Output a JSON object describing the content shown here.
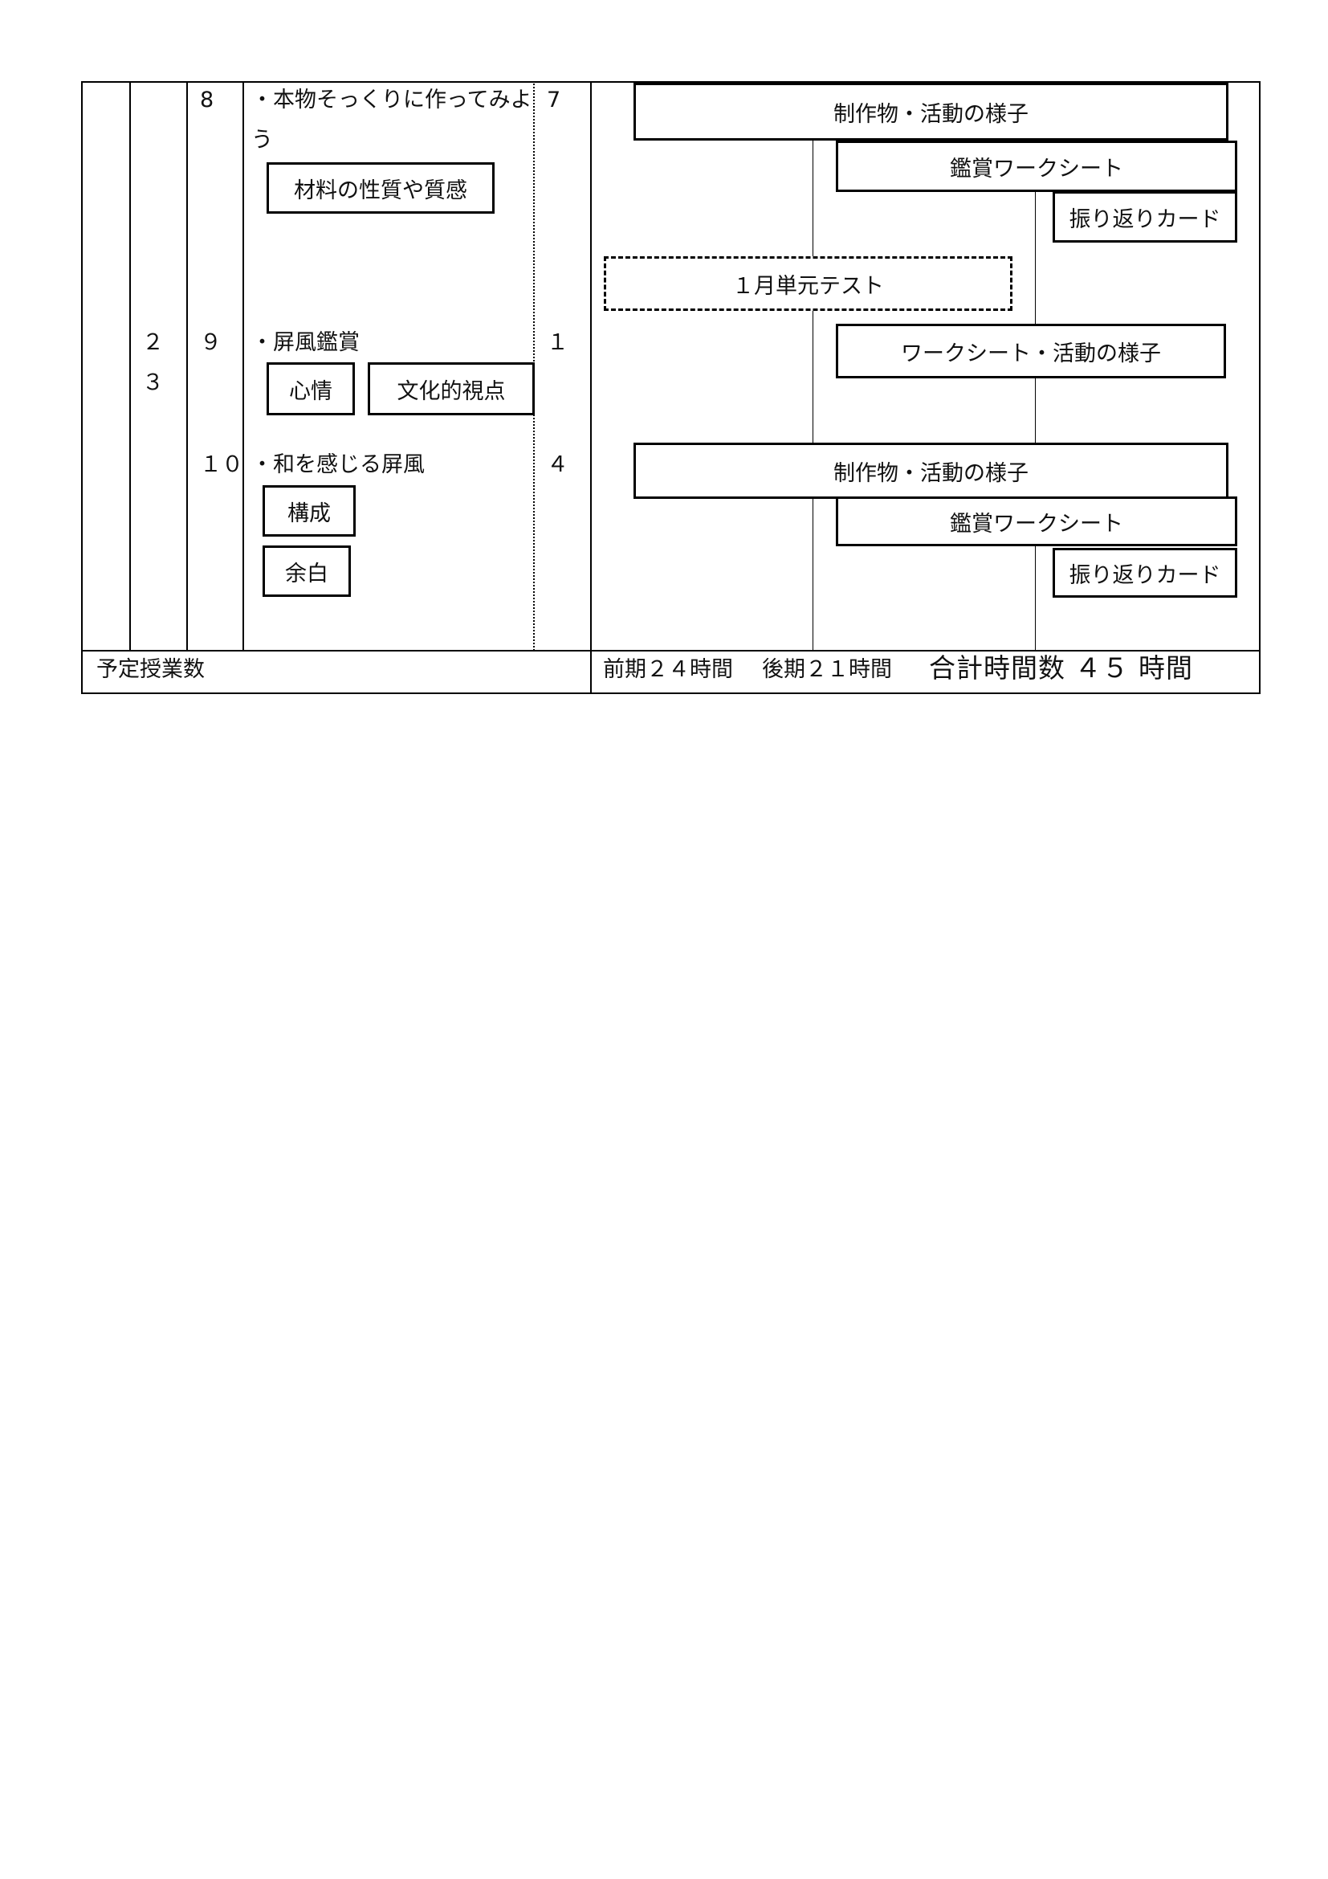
{
  "rows": [
    {
      "lesson": "8",
      "title_line1": "・本物そっくりに作ってみよ",
      "title_line2": "う",
      "hours": "7",
      "viewpoints": [
        "材料の性質や質感"
      ],
      "evaluations": [
        "制作物・活動の様子",
        "鑑賞ワークシート",
        "振り返りカード"
      ]
    },
    {
      "test_label": "１月単元テスト"
    },
    {
      "months": [
        "２",
        "３"
      ],
      "lesson": "９",
      "title": "・屏風鑑賞",
      "hours": "１",
      "viewpoints": [
        "心情",
        "文化的視点"
      ],
      "evaluations": [
        "ワークシート・活動の様子"
      ]
    },
    {
      "lesson": "１０",
      "title": "・和を感じる屏風",
      "hours": "４",
      "viewpoints": [
        "構成",
        "余白"
      ],
      "evaluations": [
        "制作物・活動の様子",
        "鑑賞ワークシート",
        "振り返りカード"
      ]
    }
  ],
  "footer": {
    "label": "予定授業数",
    "first_term": "前期２４時間",
    "second_term": "後期２１時間",
    "total": "合計時間数 ４５ 時間"
  }
}
